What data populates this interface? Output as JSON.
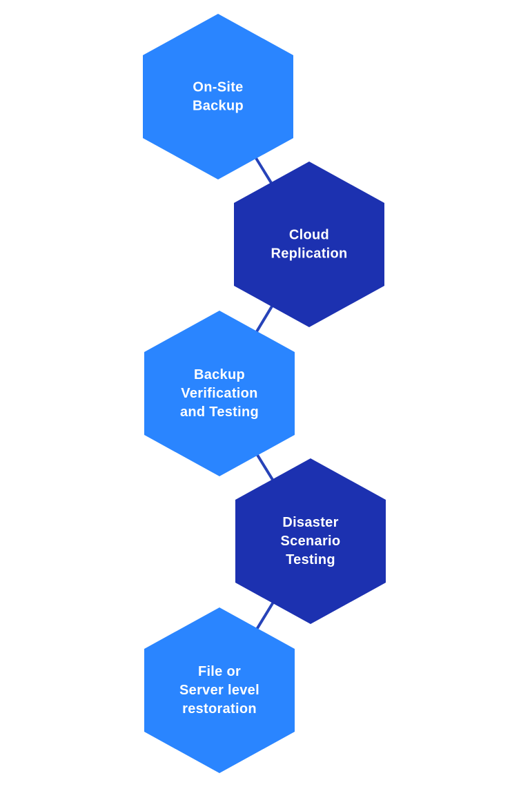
{
  "colors": {
    "light_blue": "#2a85ff",
    "dark_blue": "#1c31b0",
    "connector": "#2743b8",
    "text": "#ffffff",
    "background": "#ffffff"
  },
  "steps": [
    {
      "lines": [
        "On-Site",
        "Backup"
      ],
      "color": "light_blue"
    },
    {
      "lines": [
        "Cloud",
        "Replication"
      ],
      "color": "dark_blue"
    },
    {
      "lines": [
        "Backup",
        "Verification",
        "and Testing"
      ],
      "color": "light_blue"
    },
    {
      "lines": [
        "Disaster",
        "Scenario",
        "Testing"
      ],
      "color": "dark_blue"
    },
    {
      "lines": [
        "File or",
        "Server level",
        "restoration"
      ],
      "color": "light_blue"
    }
  ]
}
